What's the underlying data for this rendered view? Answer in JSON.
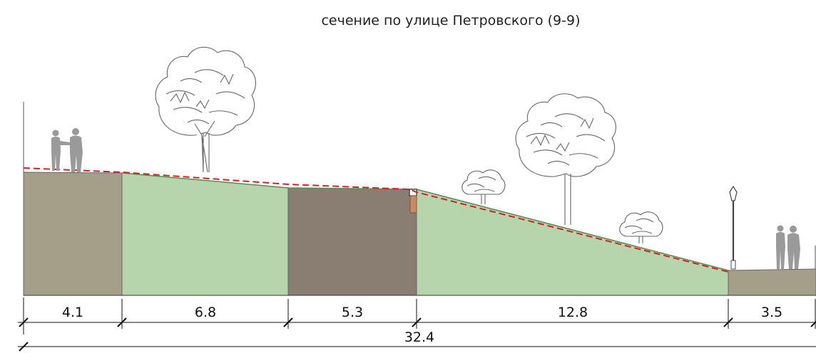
{
  "title": "сечение по улице Петровского (9-9)",
  "colors": {
    "soil_tan": "#a59f89",
    "lawn_green": "#b6d5ad",
    "pavement_brown": "#8a7d72",
    "curb_orange": "#c98a64",
    "profile_line_red": "#d42020",
    "surface_line_green": "#5d8a55"
  },
  "segments": [
    {
      "label": "4.1",
      "type": "sidewalk"
    },
    {
      "label": "6.8",
      "type": "lawn"
    },
    {
      "label": "5.3",
      "type": "roadway"
    },
    {
      "label": "12.8",
      "type": "lawn-slope"
    },
    {
      "label": "3.5",
      "type": "sidewalk"
    }
  ],
  "total": {
    "label": "32.4"
  },
  "icons": [
    "people-silhouette-icon",
    "tree-icon",
    "shrub-icon",
    "street-lamp-icon"
  ]
}
